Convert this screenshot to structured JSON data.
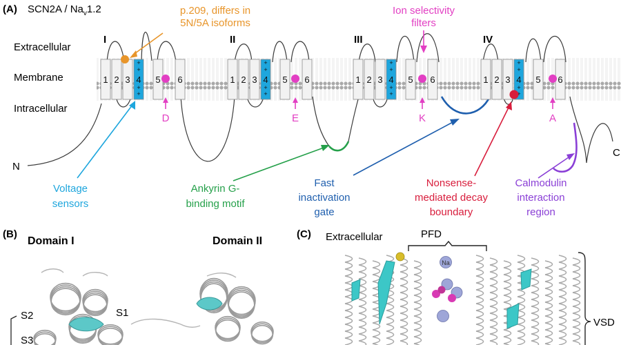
{
  "panel_a": {
    "letter": "(A)",
    "title_main": "SCN2A / Na",
    "title_sub": "v",
    "title_tail": "1.2",
    "layers": {
      "extracellular": "Extracellular",
      "membrane": "Membrane",
      "intracellular": "Intracellular"
    },
    "domains": [
      "I",
      "II",
      "III",
      "IV"
    ],
    "segments": [
      "1",
      "2",
      "3",
      "4",
      "5",
      "6"
    ],
    "charge_symbol": "+",
    "n_term": "N",
    "c_term": "C",
    "filter_letters": [
      "D",
      "E",
      "K",
      "A"
    ],
    "annotations": {
      "isoform_line1": "p.209, differs in",
      "isoform_line2": "5N/5A isoforms",
      "selectivity_line1": "Ion selectivity",
      "selectivity_line2": "filters",
      "voltage_line1": "Voltage",
      "voltage_line2": "sensors",
      "ankyrin_line1": "Ankyrin G-",
      "ankyrin_line2": "binding motif",
      "fast_line1": "Fast",
      "fast_line2": "inactivation",
      "fast_line3": "gate",
      "nmd_line1": "Nonsense-",
      "nmd_line2": "mediated decay",
      "nmd_line3": "boundary",
      "cam_line1": "Calmodulin",
      "cam_line2": "interaction",
      "cam_line3": "region"
    },
    "colors": {
      "isoform": "#e8952a",
      "selectivity": "#e23fc3",
      "voltage": "#1ea6dd",
      "ankyrin": "#25a04a",
      "fast_gate": "#1f5fae",
      "nmd": "#d81d3c",
      "calmodulin": "#8a3fd6"
    }
  },
  "panel_b": {
    "letter": "(B)",
    "domain_i": "Domain I",
    "domain_ii": "Domain II",
    "s2": "S2",
    "s1": "S1",
    "s3": "S3"
  },
  "panel_c": {
    "letter": "(C)",
    "extracellular": "Extracellular",
    "pfd": "PFD",
    "na": "Na",
    "vsd": "VSD"
  }
}
